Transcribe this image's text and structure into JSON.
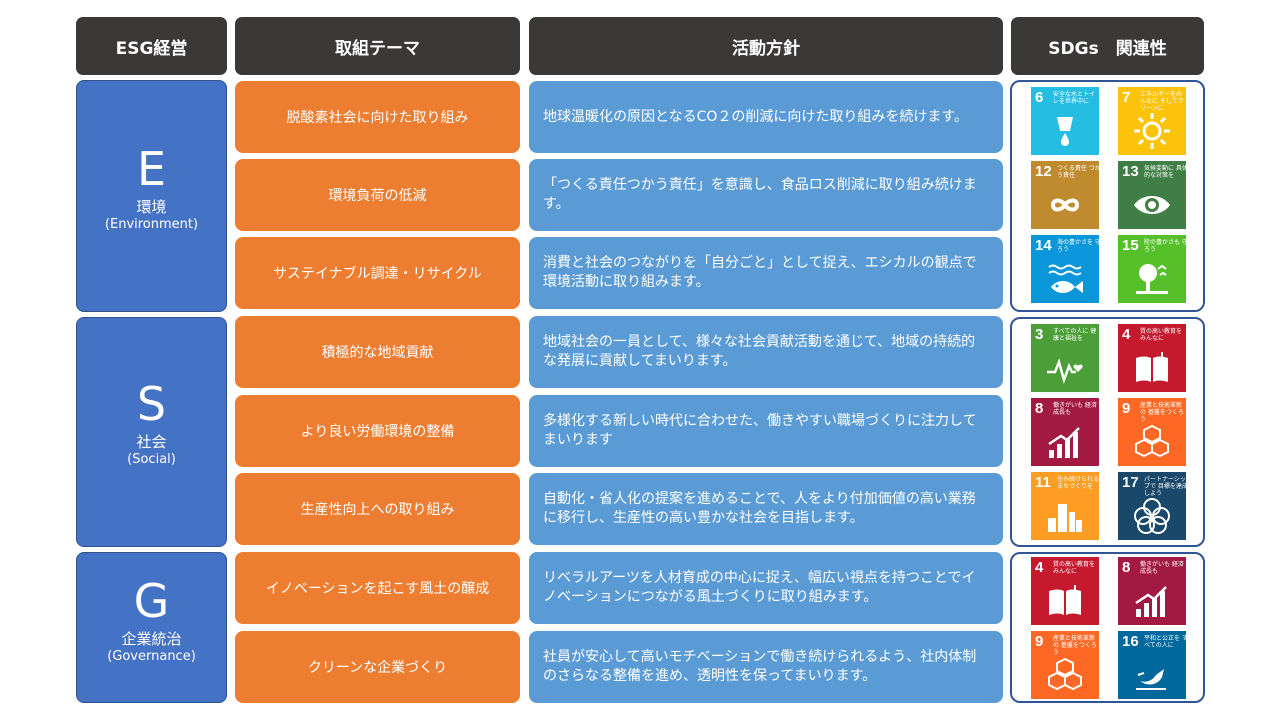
{
  "headers": {
    "esg": "ESG経営",
    "theme": "取組テーマ",
    "policy": "活動方針",
    "sdgs": "SDGs　関連性"
  },
  "categories": [
    {
      "letter": "E",
      "jp": "環境",
      "en": "(Environment)"
    },
    {
      "letter": "S",
      "jp": "社会",
      "en": "(Social)"
    },
    {
      "letter": "G",
      "jp": "企業統治",
      "en": "(Governance)"
    }
  ],
  "rows": [
    {
      "theme": "脱酸素社会に向けた取り組み",
      "policy": "地球温暖化の原因となるCO２の削減に向けた取り組みを続けます。"
    },
    {
      "theme": "環境負荷の低減",
      "policy": "「つくる責任つかう責任」を意識し、食品ロス削減に取り組み続けます。"
    },
    {
      "theme": "サステイナブル調達・リサイクル",
      "policy": "消費と社会のつながりを「自分ごと」として捉え、エシカルの観点で環境活動に取り組みます。"
    },
    {
      "theme": "積極的な地域貢献",
      "policy": "地域社会の一員として、様々な社会貢献活動を通じて、地域の持続的な発展に貢献してまいります。"
    },
    {
      "theme": "より良い労働環境の整備",
      "policy": "多様化する新しい時代に合わせた、働きやすい職場づくりに注力してまいります"
    },
    {
      "theme": "生産性向上への取り組み",
      "policy": "自動化・省人化の提案を進めることで、人をより付加価値の高い業務に移行し、生産性の高い豊かな社会を目指します。"
    },
    {
      "theme": "イノベーションを起こす風土の醸成",
      "policy": "リベラルアーツを人材育成の中心に捉え、幅広い視点を持つことでイノベーションにつながる風土づくりに取り組みます。"
    },
    {
      "theme": "クリーンな企業づくり",
      "policy": "社員が安心して高いモチベーションで働き続けられるよう、社内体制のさらなる整備を進め、透明性を保ってまいります。"
    }
  ],
  "sdg_groups": [
    [
      {
        "num": "6",
        "label": "安全な水とトイレを世界中に",
        "color": "#26bde2",
        "icon": "water-drop-icon"
      },
      {
        "num": "7",
        "label": "エネルギーをみんなに そしてクリーンに",
        "color": "#fcc30b",
        "icon": "sun-icon"
      },
      {
        "num": "12",
        "label": "つくる責任 つかう責任",
        "color": "#bf8b2e",
        "icon": "infinity-icon"
      },
      {
        "num": "13",
        "label": "気候変動に 具体的な対策を",
        "color": "#3f7e44",
        "icon": "eye-globe-icon"
      },
      {
        "num": "14",
        "label": "海の豊かさを 守ろう",
        "color": "#0a97d9",
        "icon": "fish-icon"
      },
      {
        "num": "15",
        "label": "陸の豊かさも 守ろう",
        "color": "#56c02b",
        "icon": "tree-icon"
      }
    ],
    [
      {
        "num": "3",
        "label": "すべての人に 健康と福祉を",
        "color": "#4c9f38",
        "icon": "heartbeat-icon"
      },
      {
        "num": "4",
        "label": "質の高い教育を みんなに",
        "color": "#c5192d",
        "icon": "book-icon"
      },
      {
        "num": "8",
        "label": "働きがいも 経済成長も",
        "color": "#a21942",
        "icon": "growth-chart-icon"
      },
      {
        "num": "9",
        "label": "産業と技術革新の 基盤をつくろう",
        "color": "#fd6925",
        "icon": "cubes-icon"
      },
      {
        "num": "11",
        "label": "住み続けられる まちづくりを",
        "color": "#fd9d24",
        "icon": "city-icon"
      },
      {
        "num": "17",
        "label": "パートナーシップで 目標を達成しよう",
        "color": "#19486a",
        "icon": "rings-icon"
      }
    ],
    [
      {
        "num": "4",
        "label": "質の高い教育を みんなに",
        "color": "#c5192d",
        "icon": "book-icon"
      },
      {
        "num": "8",
        "label": "働きがいも 経済成長も",
        "color": "#a21942",
        "icon": "growth-chart-icon"
      },
      {
        "num": "9",
        "label": "産業と技術革新の 基盤をつくろう",
        "color": "#fd6925",
        "icon": "cubes-icon"
      },
      {
        "num": "16",
        "label": "平和と公正を すべての人に",
        "color": "#00689d",
        "icon": "dove-icon"
      }
    ]
  ]
}
